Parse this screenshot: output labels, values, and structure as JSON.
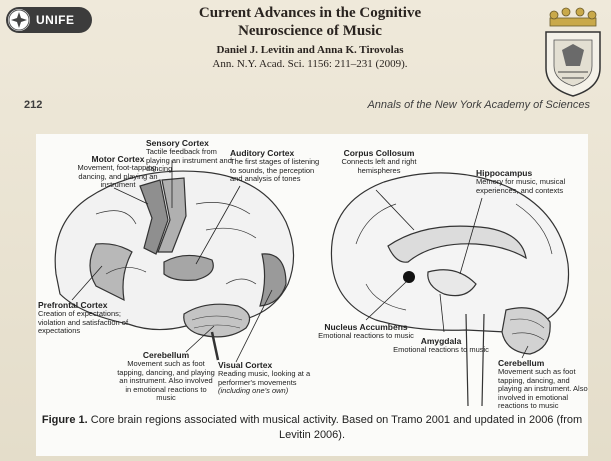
{
  "logo_text": "UNIFE",
  "header": {
    "title_line1": "Current Advances in the Cognitive",
    "title_line2": "Neuroscience of Music",
    "authors": "Daniel J. Levitin and Anna K. Tirovolas",
    "journal": "Ann. N.Y. Acad. Sci. 1156: 211–231 (2009)."
  },
  "page_header": {
    "page_number": "212",
    "journal_name": "Annals of the New York Academy of Sciences"
  },
  "figure": {
    "caption_label": "Figure 1.",
    "caption_text": "Core brain regions associated with musical activity. Based on Tramo 2001 and updated in 2006 (from Levitin 2006).",
    "labels": {
      "motor": {
        "title": "Motor Cortex",
        "text": "Movement, foot-tapping, dancing, and playing an instrument"
      },
      "sensory": {
        "title": "Sensory Cortex",
        "text": "Tactile feedback from playing an instrument and dancing"
      },
      "auditory": {
        "title": "Auditory Cortex",
        "text": "The first stages of listening to sounds, the perception and analysis of tones"
      },
      "prefrontal": {
        "title": "Prefrontal Cortex",
        "text": "Creation of expectations; violation and satisfaction of expectations"
      },
      "cerebellum_left": {
        "title": "Cerebellum",
        "text": "Movement such as foot tapping, dancing, and playing an instrument. Also involved in emotional reactions to music"
      },
      "visual": {
        "title": "Visual Cortex",
        "text": "Reading music, looking at a performer's movements",
        "note": "(including one's own)"
      },
      "corpus": {
        "title": "Corpus Collosum",
        "text": "Connects left and right hemispheres"
      },
      "hippocampus": {
        "title": "Hippocampus",
        "text": "Memory for music, musical experiences, and contexts"
      },
      "accumbens": {
        "title": "Nucleus Accumbens",
        "text": "Emotional reactions to music"
      },
      "amygdala": {
        "title": "Amygdala",
        "text": "Emotional reactions to music"
      },
      "cerebellum_right": {
        "title": "Cerebellum",
        "text": "Movement such as foot tapping, dancing, and playing an instrument. Also involved in emotional reactions to music"
      }
    }
  },
  "colors": {
    "background": "#e9e3d3",
    "figure_bg": "#fbfbf9",
    "region_dark": "#9a9a9a",
    "region_light": "#c8c8c8"
  }
}
